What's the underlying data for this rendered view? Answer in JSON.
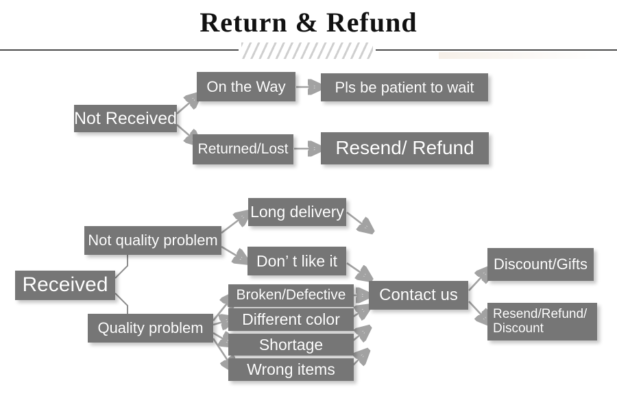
{
  "header": {
    "title": "Return & Refund",
    "divider_icon": "hatched-divider"
  },
  "flow": {
    "sections": [
      {
        "name": "not-received",
        "root": {
          "label": "Not Received"
        },
        "branches": [
          {
            "label": "On the Way",
            "result": "Pls be patient to wait"
          },
          {
            "label": "Returned/Lost",
            "result": "Resend/ Refund"
          }
        ]
      },
      {
        "name": "received",
        "root": {
          "label": "Received"
        },
        "branches": [
          {
            "label": "Not quality problem",
            "reasons": [
              "Long delivery",
              "Don’  t like it"
            ]
          },
          {
            "label": "Quality problem",
            "reasons": [
              "Broken/Defective",
              "Different color",
              "Shortage",
              "Wrong items"
            ]
          }
        ],
        "action": {
          "label": "Contact us"
        },
        "outcomes": [
          {
            "label": "Discount/Gifts"
          },
          {
            "label": "Resend/Refund/ Discount"
          }
        ]
      }
    ]
  },
  "nodes": {
    "not_received": "Not Received",
    "on_the_way": "On the Way",
    "pls_be_patient": "Pls be patient to wait",
    "returned_lost": "Returned/Lost",
    "resend_refund": "Resend/ Refund",
    "received": "Received",
    "not_quality_problem": "Not quality problem",
    "quality_problem": "Quality problem",
    "long_delivery": "Long delivery",
    "dont_like_it": "Don’  t like it",
    "broken_defective": "Broken/Defective",
    "different_color": "Different color",
    "shortage": "Shortage",
    "wrong_items": "Wrong items",
    "contact_us": "Contact us",
    "discount_gifts": "Discount/Gifts",
    "resend_refund_discount_line1": "Resend/Refund/",
    "resend_refund_discount_line2": "Discount"
  },
  "colors": {
    "node_fill": "#767676",
    "node_text": "#ffffff",
    "connector": "#a2a2a2",
    "title_text": "#111111",
    "rule": "#4a4a4a",
    "page_bg": "#ffffff"
  }
}
